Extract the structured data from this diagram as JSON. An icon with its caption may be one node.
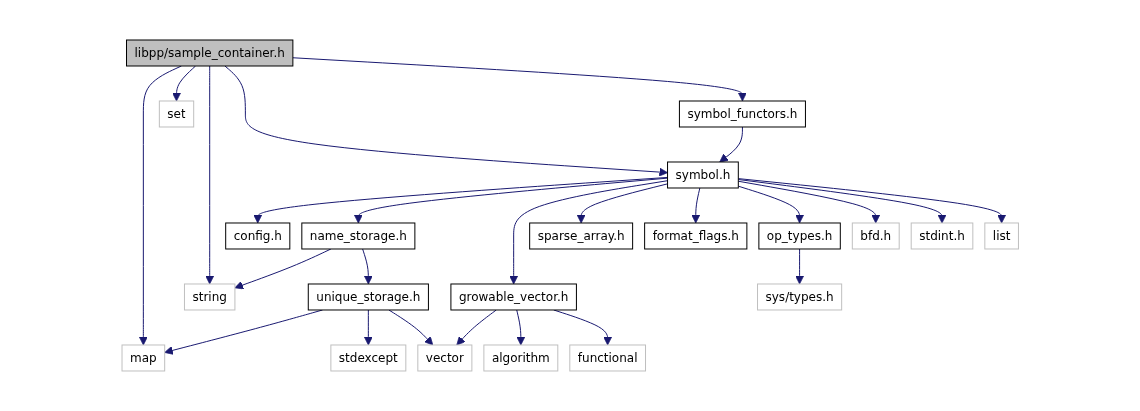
{
  "diagram": {
    "nodes": [
      {
        "text": [
          "libpp/sample_container.h"
        ]
      },
      {
        "text": [
          "set"
        ]
      },
      {
        "text": [
          "symbol_functors.h"
        ]
      },
      {
        "text": [
          "symbol.h"
        ]
      },
      {
        "text": [
          "config.h"
        ]
      },
      {
        "text": [
          "name_storage.h"
        ]
      },
      {
        "text": [
          "growable_vector.h"
        ]
      },
      {
        "text": [
          "sparse_array.h"
        ]
      },
      {
        "text": [
          "format_flags.h"
        ]
      },
      {
        "text": [
          "op_types.h"
        ]
      },
      {
        "text": [
          "bfd.h"
        ]
      },
      {
        "text": [
          "stdint.h"
        ]
      },
      {
        "text": [
          "list"
        ]
      },
      {
        "text": [
          "string"
        ]
      },
      {
        "text": [
          "unique_storage.h"
        ]
      },
      {
        "text": [
          "algorithm"
        ]
      },
      {
        "text": [
          "functional"
        ]
      },
      {
        "text": [
          "sys/types.h"
        ]
      },
      {
        "text": [
          "map"
        ]
      },
      {
        "text": [
          "stdexcept"
        ]
      },
      {
        "text": [
          "vector"
        ]
      }
    ],
    "edges": [
      {
        "from": 0,
        "to": 18,
        "arrow": "to"
      },
      {
        "from": 0,
        "to": 1,
        "arrow": "to"
      },
      {
        "from": 0,
        "to": 13,
        "arrow": "to"
      },
      {
        "from": 0,
        "to": 3,
        "arrow": "to"
      },
      {
        "from": 0,
        "to": 2,
        "arrow": "to"
      },
      {
        "from": 2,
        "to": 3,
        "arrow": "to"
      },
      {
        "from": 3,
        "to": 4,
        "arrow": "to"
      },
      {
        "from": 3,
        "to": 5,
        "arrow": "to"
      },
      {
        "from": 3,
        "to": 6,
        "arrow": "to"
      },
      {
        "from": 3,
        "to": 7,
        "arrow": "to"
      },
      {
        "from": 3,
        "to": 8,
        "arrow": "to"
      },
      {
        "from": 3,
        "to": 9,
        "arrow": "to"
      },
      {
        "from": 3,
        "to": 10,
        "arrow": "to"
      },
      {
        "from": 3,
        "to": 11,
        "arrow": "to"
      },
      {
        "from": 3,
        "to": 12,
        "arrow": "to"
      },
      {
        "from": 5,
        "to": 13,
        "arrow": "to"
      },
      {
        "from": 5,
        "to": 14,
        "arrow": "to"
      },
      {
        "from": 6,
        "to": 20,
        "arrow": "to"
      },
      {
        "from": 6,
        "to": 15,
        "arrow": "to"
      },
      {
        "from": 6,
        "to": 16,
        "arrow": "to"
      },
      {
        "from": 9,
        "to": 17,
        "arrow": "to"
      },
      {
        "from": 14,
        "to": 18,
        "arrow": "to"
      },
      {
        "from": 14,
        "to": 19,
        "arrow": "to"
      },
      {
        "from": 14,
        "to": 20,
        "arrow": "to"
      }
    ]
  }
}
